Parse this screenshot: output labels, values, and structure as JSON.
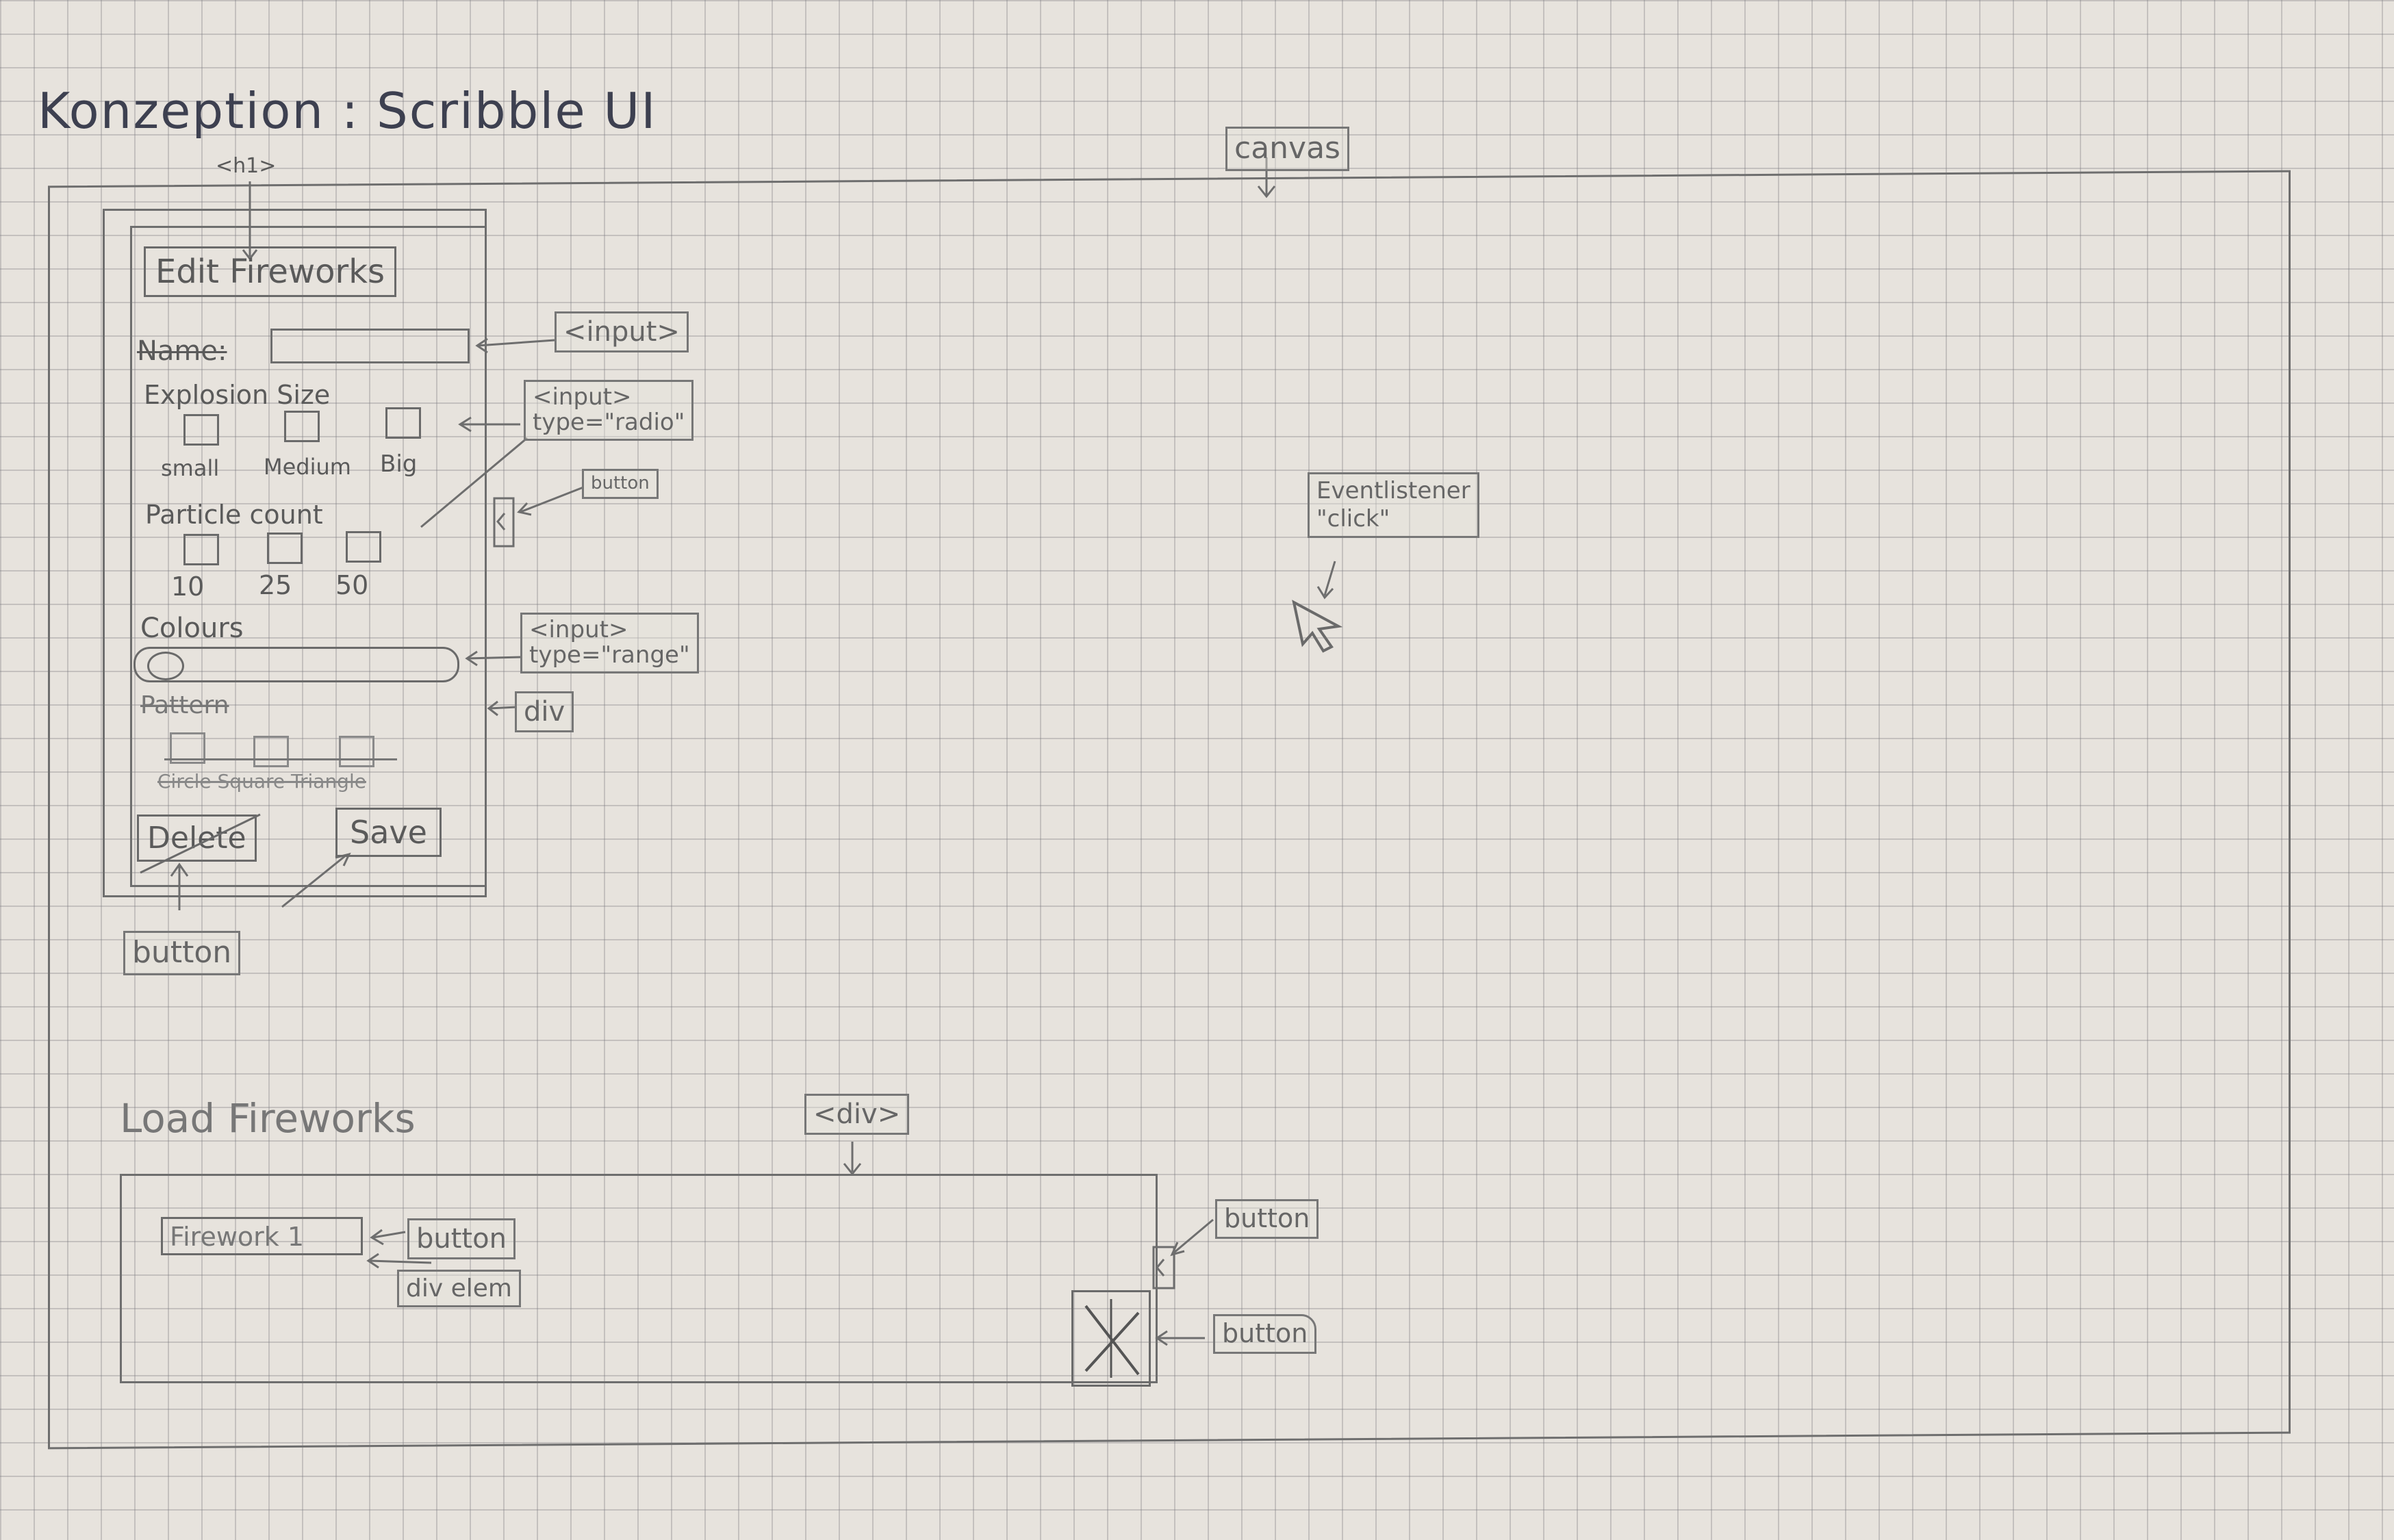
{
  "page": {
    "title": "Konzeption : Scribble UI"
  },
  "annotations": {
    "canvas": "canvas",
    "h1": "<h1>",
    "input": "<input>",
    "input_radio": "<input>\ntype=\"radio\"",
    "button_small": "button",
    "eventlistener": "Eventlistener\n\"click\"",
    "input_range": "<input>\ntype=\"range\"",
    "div": "div",
    "button": "button",
    "div_tag": "<div>",
    "button_item": "button",
    "div_elem": "div elem",
    "button_scroll": "button",
    "button_delete": "button"
  },
  "editor": {
    "heading": "Edit Fireworks",
    "name_label": "Name:",
    "explosion_label": "Explosion Size",
    "explosion_options": [
      "small",
      "Medium",
      "Big"
    ],
    "particle_label": "Particle count",
    "particle_options": [
      "10",
      "25",
      "50"
    ],
    "colours_label": "Colours",
    "pattern_label": "Pattern",
    "pattern_options": [
      "Circle Square Triangle"
    ],
    "delete_button": "Delete",
    "save_button": "Save"
  },
  "load": {
    "heading": "Load Fireworks",
    "items": [
      "Firework 1"
    ]
  },
  "icons": {
    "cursor": "mouse-cursor-icon",
    "delete": "x-cross-icon"
  }
}
